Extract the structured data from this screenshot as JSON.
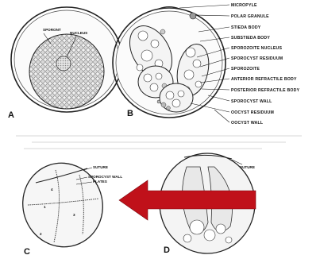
{
  "figure": {
    "panel_a": {
      "letter": "A",
      "labels": {
        "sporont": "SPORONT",
        "nucleus": "NUCLEUS"
      }
    },
    "panel_b": {
      "letter": "B",
      "labels": [
        "MICROPYLE",
        "POLAR GRANULE",
        "STIEDA BODY",
        "SUBSTIEDA BODY",
        "SPOROZOITE NUCLEUS",
        "SPOROCYST RESIDUUM",
        "SPOROZOITE",
        "ANTERIOR REFRACTILE BODY",
        "POSTERIOR REFRACTILE BODY",
        "SPOROCYST WALL",
        "OOCYST RESIDUUM",
        "OOCYST WALL"
      ]
    },
    "panel_c": {
      "letter": "C",
      "labels": {
        "suture": "SUTURE",
        "sporocyst_wall": "SPOROCYST WALL",
        "plates": "PLATES"
      },
      "plate_numbers": [
        "1",
        "2",
        "3",
        "4"
      ]
    },
    "panel_d": {
      "letter": "D",
      "labels": {
        "suture": "SUTURE"
      }
    },
    "arrow_color": "#c0111a"
  }
}
